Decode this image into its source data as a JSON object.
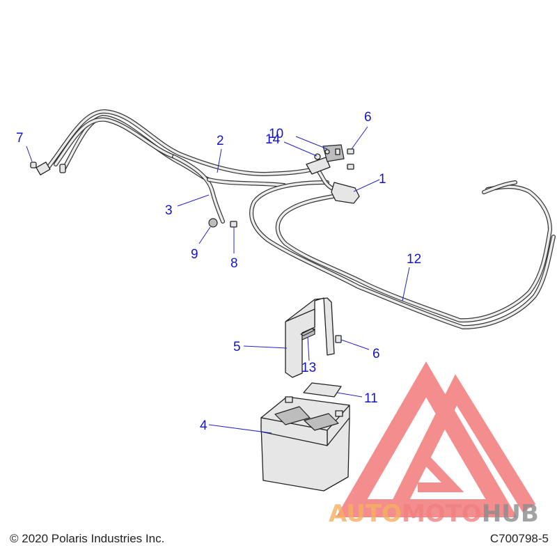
{
  "callouts": [
    {
      "id": "c1",
      "text": "1"
    },
    {
      "id": "c2",
      "text": "2"
    },
    {
      "id": "c3",
      "text": "3"
    },
    {
      "id": "c4",
      "text": "4"
    },
    {
      "id": "c5",
      "text": "5"
    },
    {
      "id": "c6a",
      "text": "6"
    },
    {
      "id": "c6b",
      "text": "6"
    },
    {
      "id": "c7",
      "text": "7"
    },
    {
      "id": "c8",
      "text": "8"
    },
    {
      "id": "c9",
      "text": "9"
    },
    {
      "id": "c10",
      "text": "10"
    },
    {
      "id": "c11",
      "text": "11"
    },
    {
      "id": "c12",
      "text": "12"
    },
    {
      "id": "c13",
      "text": "13"
    },
    {
      "id": "c14",
      "text": "14"
    }
  ],
  "footer": {
    "copyright": "© 2020 Polaris Industries Inc.",
    "drawing_number": "C700798-5"
  },
  "watermark": {
    "part1": "AUTO",
    "part2": "MOTO",
    "part3": "HUB",
    "colors": {
      "auto": "#f5b060",
      "moto": "#f08080",
      "hub": "#8c8c8c",
      "triangle": "#ee4444"
    }
  }
}
